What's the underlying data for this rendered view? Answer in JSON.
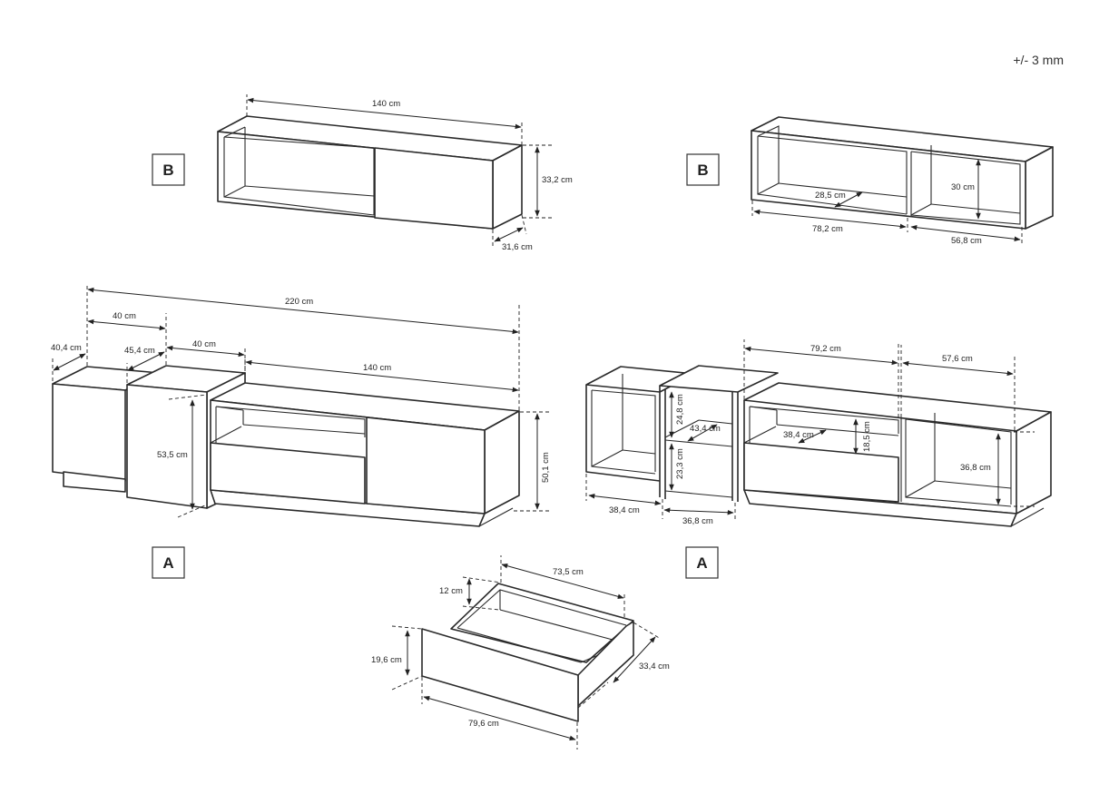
{
  "tolerance": "+/- 3 mm",
  "views": {
    "b_front": {
      "label": "B",
      "width": "140 cm",
      "height": "33,2 cm",
      "depth": "31,6 cm"
    },
    "b_back": {
      "label": "B",
      "depth": "28,5 cm",
      "height": "30 cm",
      "left_width": "78,2 cm",
      "right_width": "56,8 cm"
    },
    "a_front": {
      "label": "A",
      "total_width": "220 cm",
      "unit1_width": "40 cm",
      "unit1_depth": "40,4 cm",
      "unit2_depth": "45,4 cm",
      "unit2_width": "40 cm",
      "unit2_height": "53,5 cm",
      "main_width": "140 cm",
      "main_height": "50,1 cm"
    },
    "a_back": {
      "label": "A",
      "w1": "79,2 cm",
      "w2": "57,6 cm",
      "shelf_top": "24,8 cm",
      "shelf_bottom": "23,3 cm",
      "shelf_depth": "43,4 cm",
      "drawer_depth": "38,4 cm",
      "drawer_height": "18,5 cm",
      "right_height": "36,8 cm",
      "left_bottom_w": "38,4 cm",
      "mid_bottom_w": "36,8 cm"
    },
    "drawer": {
      "width": "73,5 cm",
      "inner_height": "12 cm",
      "front_height": "19,6 cm",
      "depth": "33,4 cm",
      "front_width": "79,6 cm"
    }
  }
}
